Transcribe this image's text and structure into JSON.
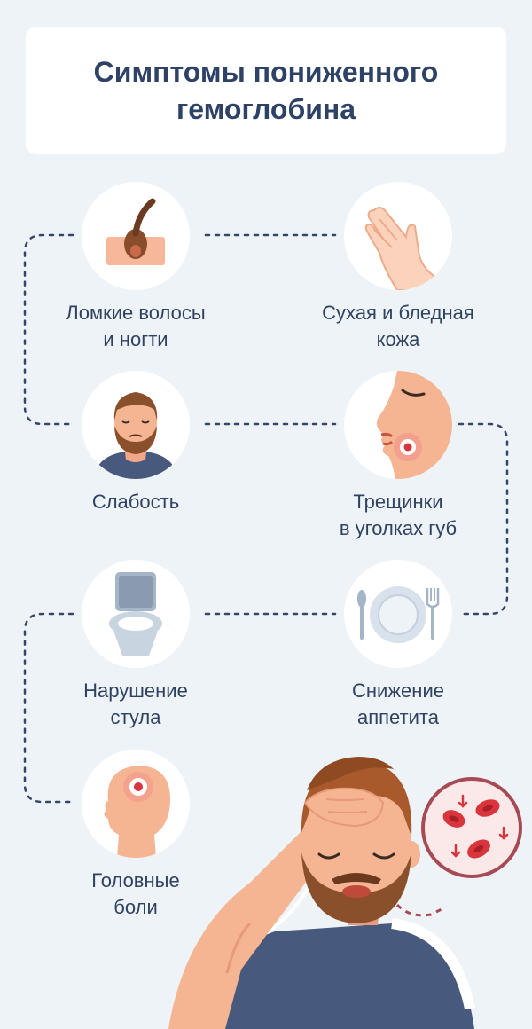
{
  "title": {
    "line1": "Симптомы пониженного",
    "line2": "гемоглобина"
  },
  "symptoms": [
    {
      "id": "hair-nails",
      "line1": "Ломкие волосы",
      "line2": "и ногти",
      "icon": "hair-follicle-icon"
    },
    {
      "id": "dry-skin",
      "line1": "Сухая и бледная",
      "line2": "кожа",
      "icon": "hand-icon"
    },
    {
      "id": "weakness",
      "line1": "Слабость",
      "line2": "",
      "icon": "tired-man-icon"
    },
    {
      "id": "lip-cracks",
      "line1": "Трещинки",
      "line2": "в уголках губ",
      "icon": "lips-crack-icon"
    },
    {
      "id": "stool",
      "line1": "Нарушение",
      "line2": "стула",
      "icon": "toilet-icon"
    },
    {
      "id": "appetite",
      "line1": "Снижение",
      "line2": "аппетита",
      "icon": "plate-icon"
    },
    {
      "id": "headache",
      "line1": "Головные",
      "line2": "боли",
      "icon": "head-pain-icon"
    }
  ],
  "colors": {
    "background": "#eef3f7",
    "title_text": "#2d4266",
    "label_text": "#2f4262",
    "connector": "#34476a",
    "accent_red": "#d8353d",
    "skin": "#f5b593",
    "beard": "#8a4f2b",
    "shirt": "#47597c"
  }
}
